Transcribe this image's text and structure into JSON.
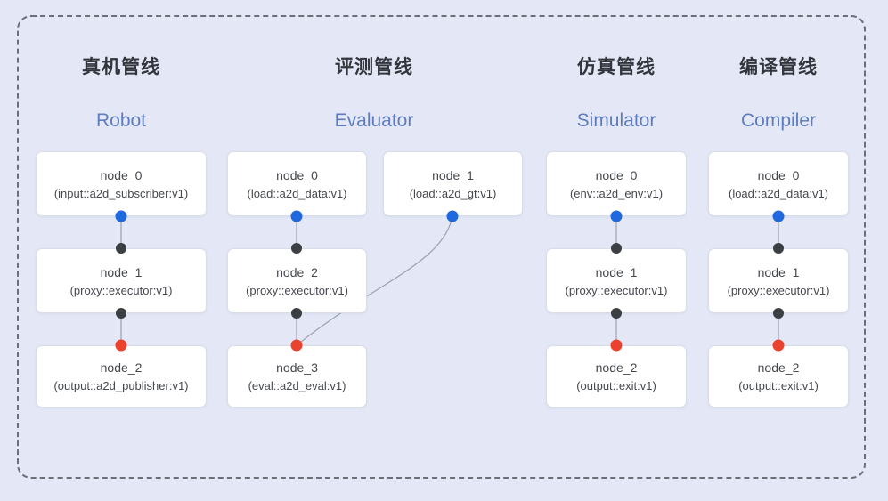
{
  "colors": {
    "page_bg": "#e4e8f6",
    "frame_border": "#6b7078",
    "node_bg": "#ffffff",
    "node_border": "#d9dde7",
    "node_text": "#45484e",
    "title_text": "#32353b",
    "subtitle_text": "#5e7cbe",
    "edge": "#99a1b2",
    "dot_blue": "#2068dd",
    "dot_black": "#3b3e42",
    "dot_red": "#e9432f"
  },
  "pipelines": [
    {
      "title_zh": "真机管线",
      "title_en": "Robot",
      "nodes": [
        {
          "name": "node_0",
          "type": "(input::a2d_subscriber:v1)"
        },
        {
          "name": "node_1",
          "type": "(proxy::executor:v1)"
        },
        {
          "name": "node_2",
          "type": "(output::a2d_publisher:v1)"
        }
      ]
    },
    {
      "title_zh": "评测管线",
      "title_en": "Evaluator",
      "nodes": [
        {
          "name": "node_0",
          "type": "(load::a2d_data:v1)"
        },
        {
          "name": "node_1",
          "type": "(load::a2d_gt:v1)"
        },
        {
          "name": "node_2",
          "type": "(proxy::executor:v1)"
        },
        {
          "name": "node_3",
          "type": "(eval::a2d_eval:v1)"
        }
      ]
    },
    {
      "title_zh": "仿真管线",
      "title_en": "Simulator",
      "nodes": [
        {
          "name": "node_0",
          "type": "(env::a2d_env:v1)"
        },
        {
          "name": "node_1",
          "type": "(proxy::executor:v1)"
        },
        {
          "name": "node_2",
          "type": "(output::exit:v1)"
        }
      ]
    },
    {
      "title_zh": "编译管线",
      "title_en": "Compiler",
      "nodes": [
        {
          "name": "node_0",
          "type": "(load::a2d_data:v1)"
        },
        {
          "name": "node_1",
          "type": "(proxy::executor:v1)"
        },
        {
          "name": "node_2",
          "type": "(output::exit:v1)"
        }
      ]
    }
  ]
}
